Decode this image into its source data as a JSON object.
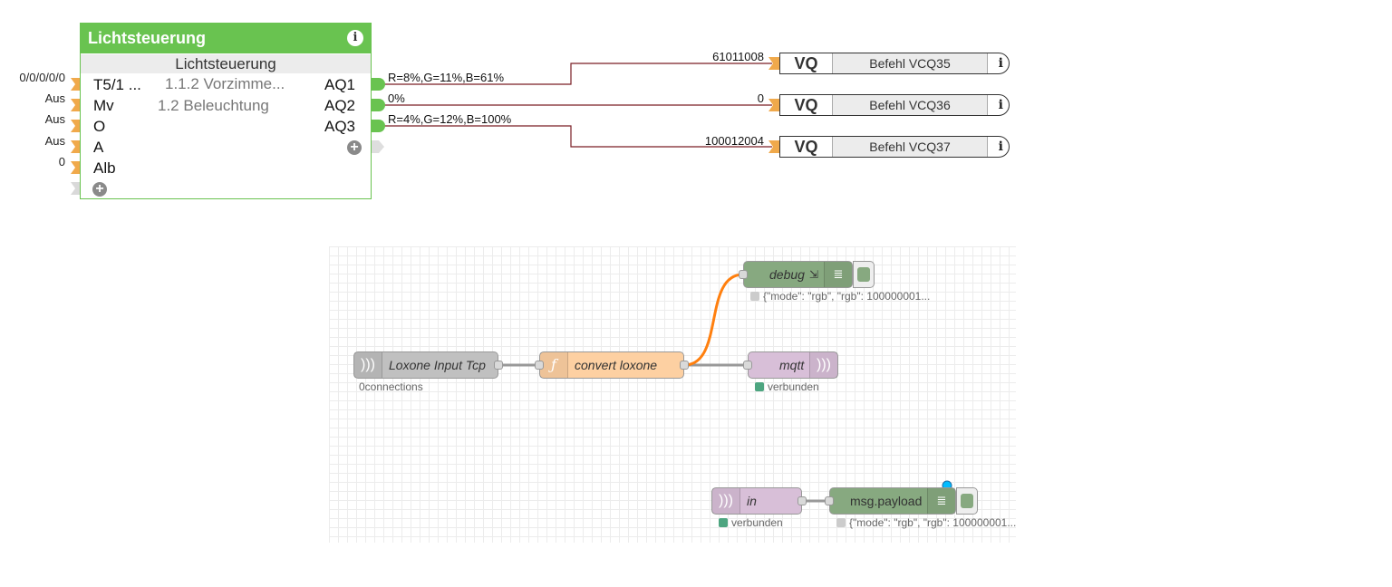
{
  "lox_block": {
    "title": "Lichtsteuerung",
    "subtitle": "Lichtsteuerung",
    "inputs": [
      {
        "label": "T5/1 ...",
        "desc": "1.1.2  Vorzimme...",
        "value": "0/0/0/0/0"
      },
      {
        "label": "Mv",
        "desc": "1.2 Beleuchtung",
        "value": "Aus"
      },
      {
        "label": "O",
        "desc": "",
        "value": "Aus"
      },
      {
        "label": "A",
        "desc": "",
        "value": "Aus"
      },
      {
        "label": "Alb",
        "desc": "",
        "value": "0"
      }
    ],
    "outputs": [
      {
        "label": "AQ1",
        "value": "R=8%,G=11%,B=61%"
      },
      {
        "label": "AQ2",
        "value": "0%"
      },
      {
        "label": "AQ3",
        "value": "R=4%,G=12%,B=100%"
      }
    ]
  },
  "vq_blocks": [
    {
      "tag": "VQ",
      "name": "Befehl VCQ35",
      "value": "61011008"
    },
    {
      "tag": "VQ",
      "name": "Befehl VCQ36",
      "value": "0"
    },
    {
      "tag": "VQ",
      "name": "Befehl VCQ37",
      "value": "100012004"
    }
  ],
  "node_red": {
    "debug_node": {
      "label": "debug",
      "status": "{\"mode\": \"rgb\", \"rgb\": 100000001..."
    },
    "tcp_node": {
      "label": "Loxone Input Tcp",
      "status": "0connections"
    },
    "function_node": {
      "label": "convert loxone",
      "icon": "ƒ"
    },
    "mqtt_out_node": {
      "label": "mqtt",
      "status": "verbunden"
    },
    "mqtt_in_node": {
      "label": "in",
      "status": "verbunden"
    },
    "payload_node": {
      "label": "msg.payload",
      "status": "{\"mode\": \"rgb\", \"rgb\": 100000001..."
    }
  },
  "colors": {
    "loxone_green": "#69c350",
    "wire_dark_red": "#7a1f25",
    "input_orange": "#f0a94b",
    "debug_node": "#87a980",
    "function_node": "#fdd0a2",
    "mqtt_node": "#d8bfd8",
    "tcp_node": "#c0c0c0",
    "status_green": "#4da580",
    "wire_orange": "#ff7f0e"
  },
  "icons": {
    "info": "info-icon",
    "add": "plus-icon",
    "network": "wifi-icon",
    "function": "function-icon",
    "list": "list-icon"
  }
}
